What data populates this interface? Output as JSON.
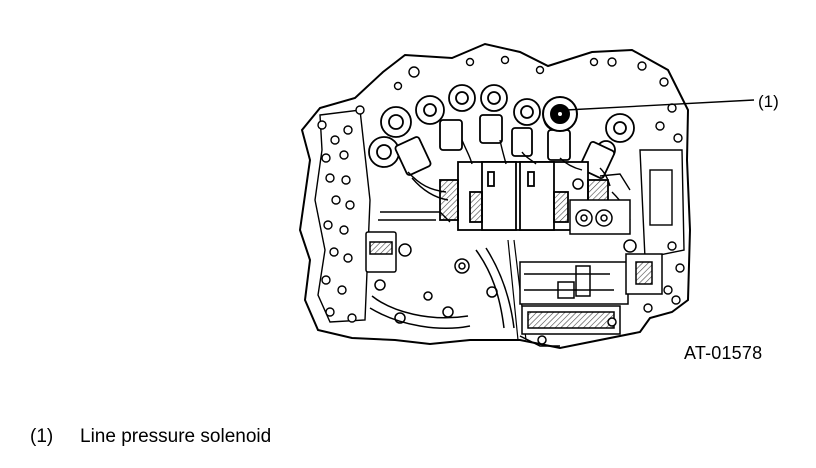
{
  "diagram": {
    "callout_label": "(1)",
    "figure_id": "AT-01578"
  },
  "legend": {
    "items": [
      {
        "number": "(1)",
        "text": "Line pressure solenoid"
      }
    ]
  },
  "colors": {
    "line": "#000000",
    "background": "#ffffff",
    "hatch": "#444444"
  }
}
